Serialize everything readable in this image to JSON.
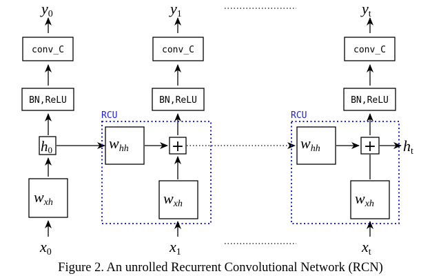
{
  "columns": [
    {
      "output_var": "y",
      "output_sub": "0",
      "conv_label": "conv_C",
      "bn_label": "BN,ReLU",
      "hidden_var": "h",
      "hidden_sub": "0",
      "weight_var": "w",
      "weight_sub": "xh",
      "input_var": "x",
      "input_sub": "0"
    },
    {
      "output_var": "y",
      "output_sub": "1",
      "conv_label": "conv_C",
      "bn_label": "BN,ReLU",
      "rcu_label": "RCU",
      "recurrent_var": "w",
      "recurrent_sub": "hh",
      "weight_var": "w",
      "weight_sub": "xh",
      "input_var": "x",
      "input_sub": "1",
      "sum_symbol": "+"
    },
    {
      "output_var": "y",
      "output_sub": "t",
      "conv_label": "conv_C",
      "bn_label": "BN,ReLU",
      "rcu_label": "RCU",
      "recurrent_var": "w",
      "recurrent_sub": "hh",
      "weight_var": "w",
      "weight_sub": "xh",
      "input_var": "x",
      "input_sub": "t",
      "hidden_var": "h",
      "hidden_sub": "t",
      "sum_symbol": "+"
    }
  ],
  "colors": {
    "rcu": "#1f1fd6",
    "stroke": "#000000"
  },
  "caption": "Figure 2. An unrolled Recurrent Convolutional Network (RCN)"
}
